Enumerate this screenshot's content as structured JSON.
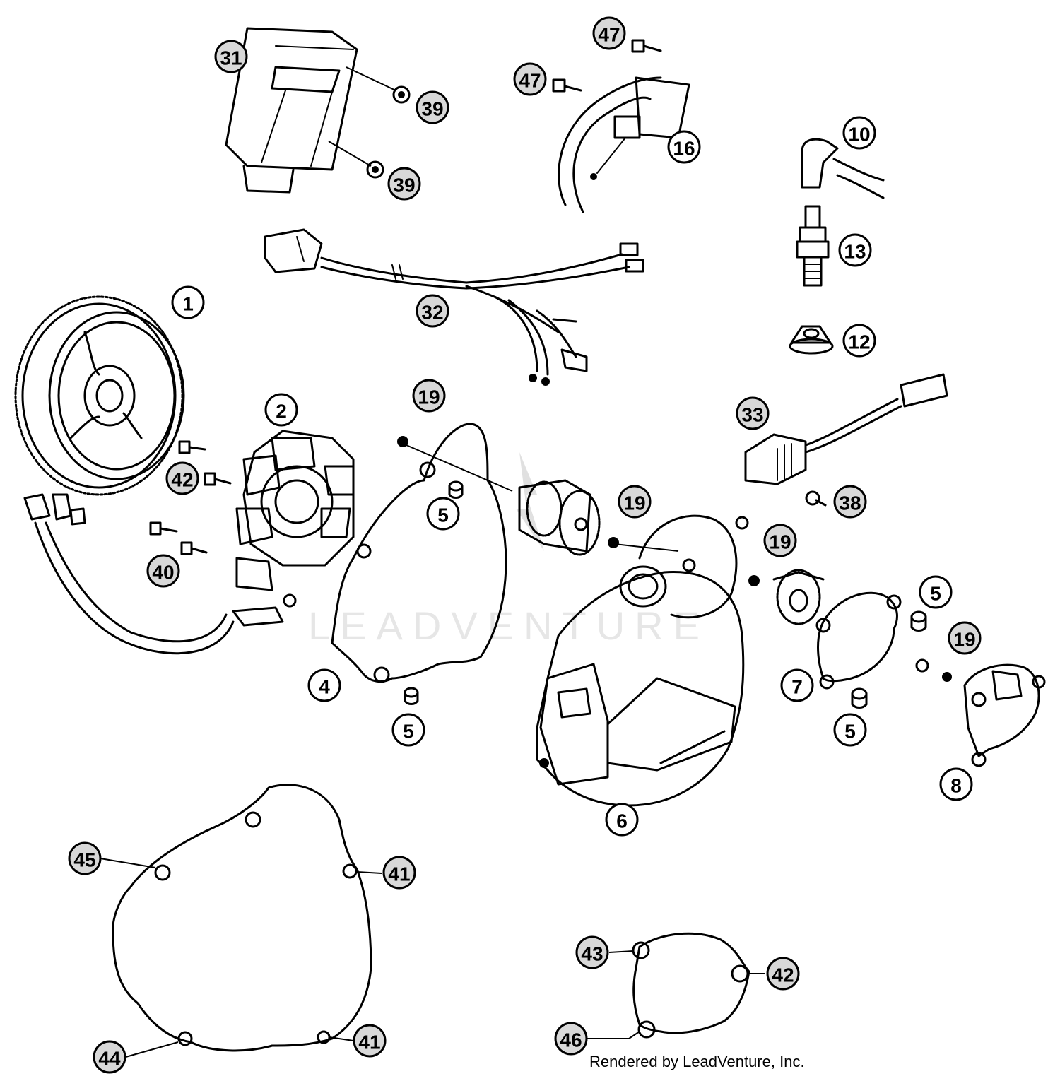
{
  "watermark": "LEADVENTURE",
  "credit": "Rendered by LeadVenture, Inc.",
  "callouts": {
    "c1": "1",
    "c2": "2",
    "c4": "4",
    "c5a": "5",
    "c5b": "5",
    "c5c": "5",
    "c5d": "5",
    "c6": "6",
    "c7": "7",
    "c8": "8",
    "c10": "10",
    "c12": "12",
    "c13": "13",
    "c16": "16",
    "c19a": "19",
    "c19b": "19",
    "c19c": "19",
    "c19d": "19",
    "c31": "31",
    "c32": "32",
    "c33": "33",
    "c38": "38",
    "c39a": "39",
    "c39b": "39",
    "c40": "40",
    "c41a": "41",
    "c41b": "41",
    "c42a": "42",
    "c42b": "42",
    "c43": "43",
    "c44": "44",
    "c45": "45",
    "c46": "46",
    "c47a": "47",
    "c47b": "47"
  }
}
